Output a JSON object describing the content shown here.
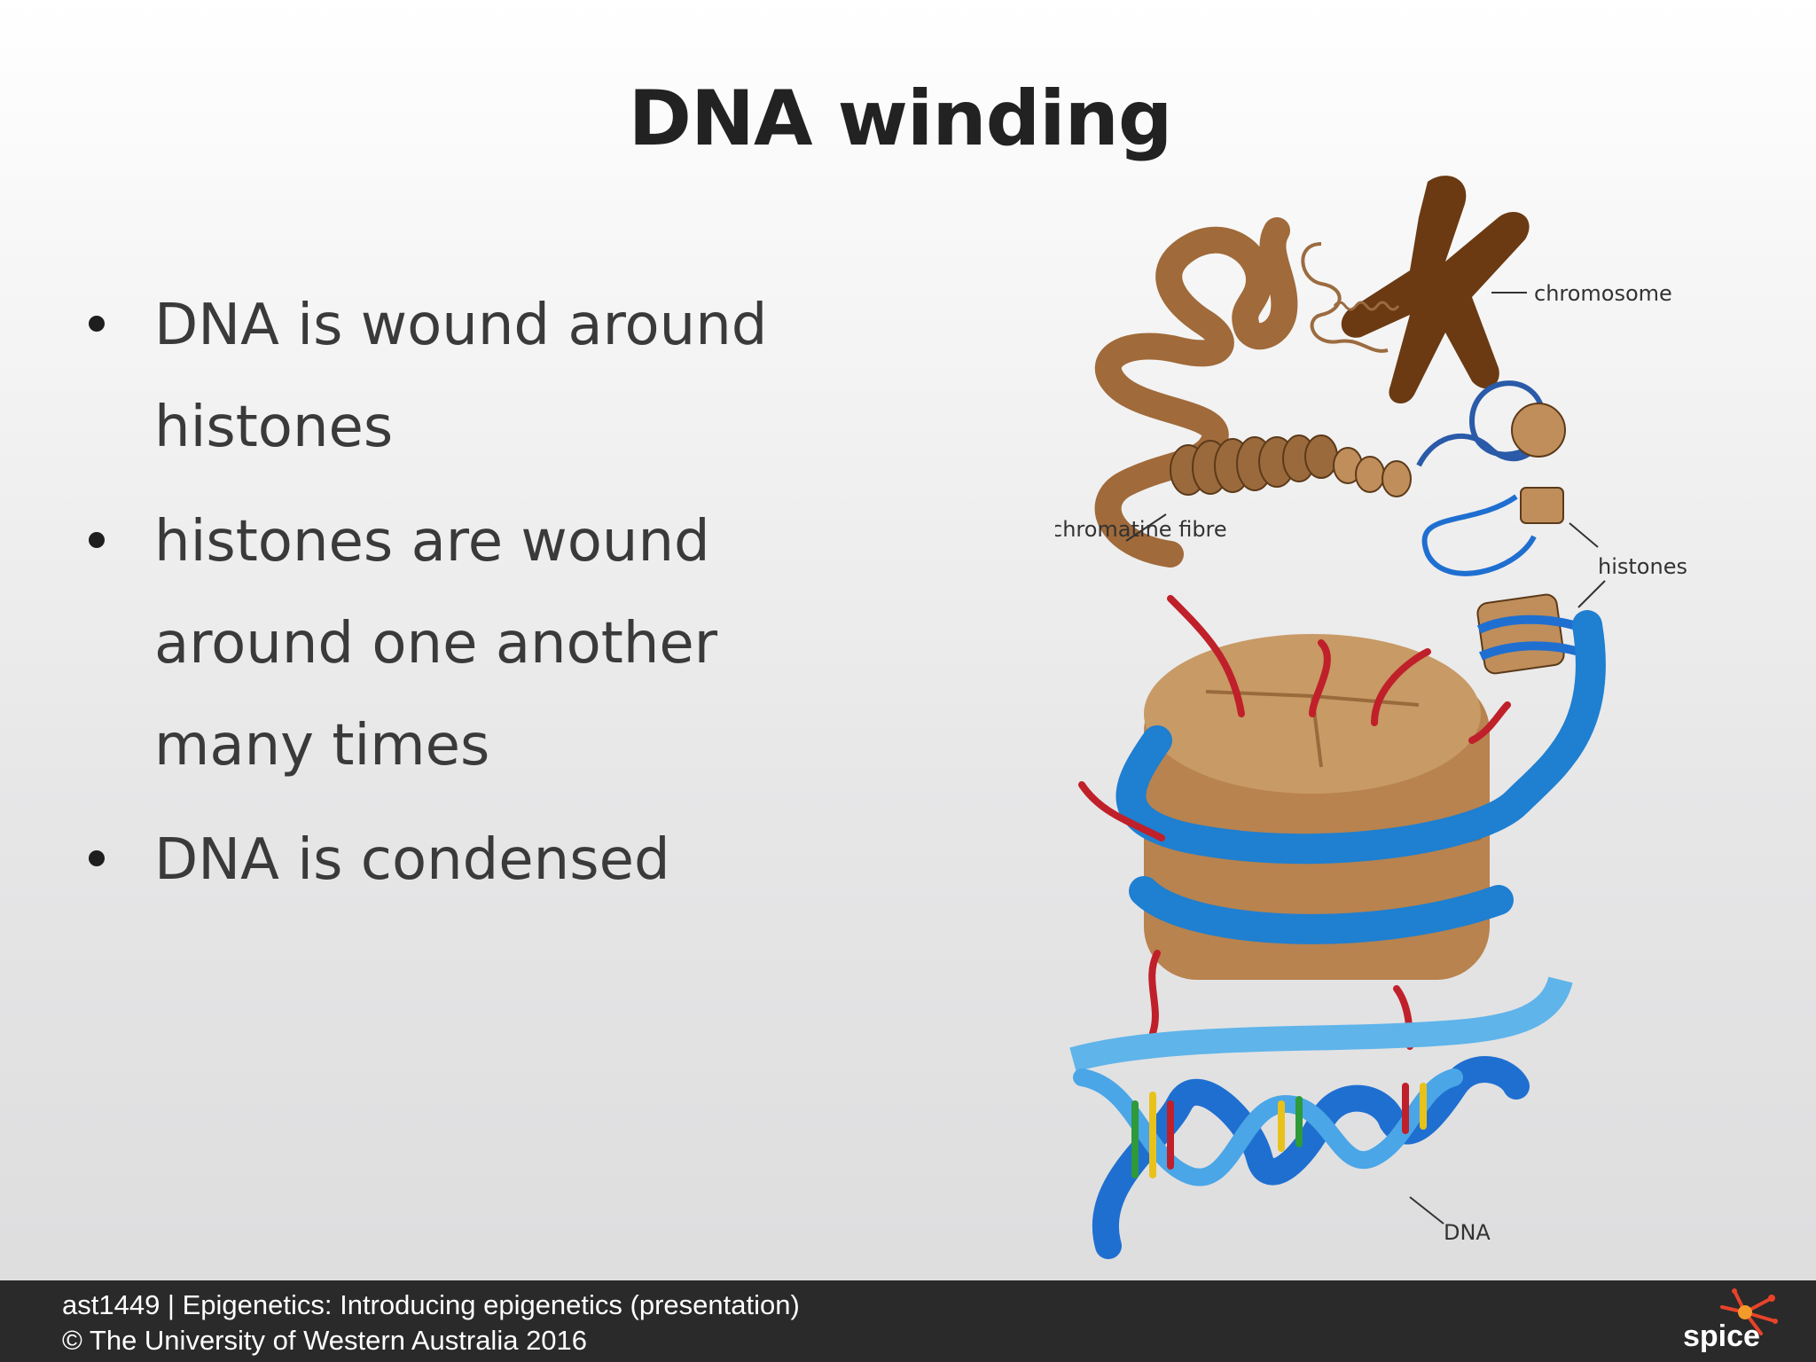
{
  "slide": {
    "title": "DNA winding",
    "bullets": [
      "DNA is wound around histones",
      "histones are wound around one another many times",
      "DNA is condensed"
    ]
  },
  "figure": {
    "labels": {
      "chromosome": "chromosome",
      "chromatine_fibre": "chromatine fibre",
      "histones": "histones",
      "dna": "DNA"
    }
  },
  "footer": {
    "line1": "ast1449  |  Epigenetics: Introducing epigenetics (presentation)",
    "line2": "© The University of Western Australia 2016",
    "logo_text": "spice"
  },
  "colors": {
    "footer_bg": "#2a2a2a",
    "chromosome": "#6b3a12",
    "histone": "#c08e5a",
    "dna_blue": "#1f7fd0",
    "histone_tail": "#c0202a",
    "logo_accent": "#e8432a"
  }
}
